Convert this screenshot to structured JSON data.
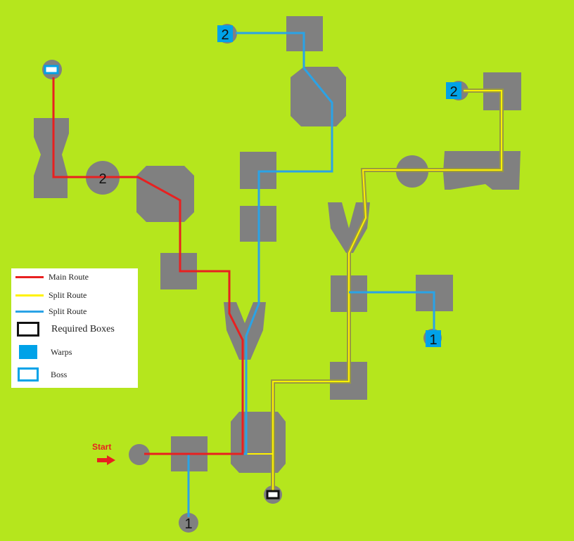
{
  "colors": {
    "background": "#b5e61d",
    "room": "#808080",
    "main_route": "#e82020",
    "split_route_yellow": "#fff200",
    "split_route_blue": "#2aa3e6",
    "warp": "#00a2e8",
    "start_arrow": "#e82020"
  },
  "start_label": "Start",
  "markers": {
    "warp_top_left": "2",
    "warp_top_right": "2",
    "warp_right_bottom": "1",
    "node_left_2": "2",
    "node_bottom_1": "1"
  },
  "legend": {
    "main_route": "Main Route",
    "split_route_1": "Split Route",
    "split_route_2": "Split Route",
    "required_boxes": "Required Boxes",
    "warps": "Warps",
    "boss": "Boss"
  }
}
